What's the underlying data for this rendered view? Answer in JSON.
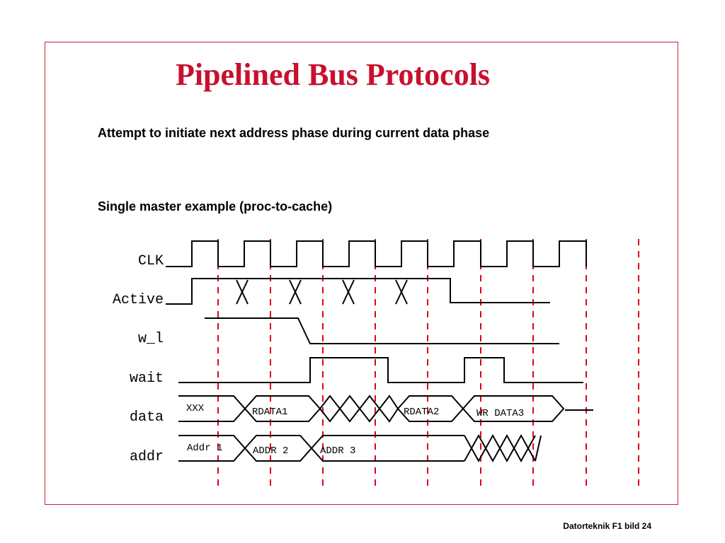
{
  "slide": {
    "title": "Pipelined Bus Protocols",
    "subtitle": "Attempt to initiate next address phase during current data phase",
    "example_label": "Single master example (proc-to-cache)",
    "footer": "Datorteknik F1 bild 24",
    "accent_color": "#c8102e",
    "guide_color": "#e0001b"
  },
  "signals": {
    "clk": "CLK",
    "active": "Active",
    "w_l": "w_l",
    "wait": "wait",
    "data": "data",
    "addr": "addr"
  },
  "data_bus": {
    "xxx": "XXX",
    "rdata1": "RDATA1",
    "rdata2": "RDATA2",
    "wr_data3": "WR DATA3"
  },
  "addr_bus": {
    "addr1": "Addr 1",
    "addr2": "ADDR 2",
    "addr3": "ADDR 3"
  }
}
